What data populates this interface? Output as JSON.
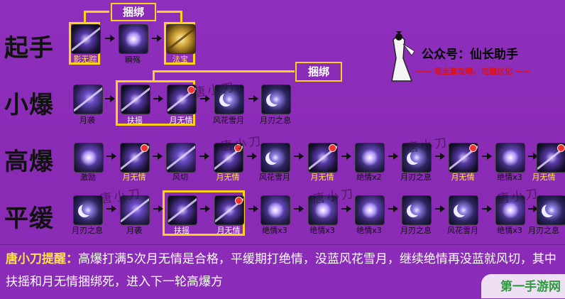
{
  "rows": [
    {
      "label": "起手",
      "skills": [
        "影无踪",
        "瞬殇",
        "法宝"
      ]
    },
    {
      "label": "小爆",
      "skills": [
        "月袭",
        "扶摇",
        "月无情",
        "风花雪月",
        "月刃之息"
      ]
    },
    {
      "label": "高爆",
      "skills": [
        "激励",
        "月无情",
        "风切",
        "月无情",
        "风花雪月",
        "月无情",
        "绝情x2",
        "月刃之息",
        "月无情",
        "绝情x3",
        "月无情"
      ]
    },
    {
      "label": "平缓",
      "skills": [
        "月刃之息",
        "月袭",
        "扶摇",
        "月无情",
        "绝情x3",
        "绝情x3",
        "绝情x3",
        "月刃之息",
        "风花雪月",
        "绝情x3",
        "月刃之息"
      ]
    }
  ],
  "bind_tags": [
    "捆绑",
    "捆绑"
  ],
  "logo": {
    "title": "公众号：仙长助手",
    "subtitle": "—— 现全套攻略、电脑优化 ——"
  },
  "watermark": "唐小刀",
  "tip": {
    "head": "唐小刀提醒：",
    "body": "高爆打满5次月无情是合格，平缓期打绝情，没蓝风花雪月，继续绝情再没蓝就风切，其中扶摇和月无情捆绑死，进入下一轮高爆方"
  },
  "corner_logo": "第一手游网",
  "colors": {
    "background": "#8b2cb8",
    "highlight": "#ffd21a",
    "label_highlight": "#ffe24a"
  }
}
